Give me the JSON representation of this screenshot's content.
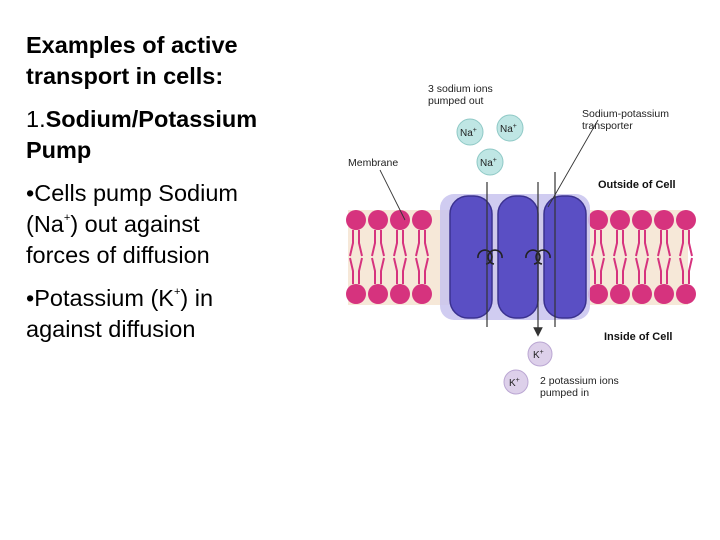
{
  "slide": {
    "heading_line1": "Examples of active",
    "heading_line2": "transport in cells:",
    "item_number": "1.",
    "item_title_line1": "Sodium/Potassium",
    "item_title_line2": "Pump",
    "bullet1_part1": "•Cells pump Sodium",
    "bullet1_part2": "(Na",
    "bullet1_sup": "+",
    "bullet1_part3": ") out against",
    "bullet1_part4": "forces of diffusion",
    "bullet2_part1": "•Potassium (K",
    "bullet2_sup": "+",
    "bullet2_part2": ") in",
    "bullet2_part3": "against diffusion"
  },
  "figure": {
    "label_sodium_out_line1": "3 sodium ions",
    "label_sodium_out_line2": "pumped out",
    "label_transporter_line1": "Sodium-potassium",
    "label_transporter_line2": "transporter",
    "label_membrane": "Membrane",
    "label_outside": "Outside of Cell",
    "label_inside": "Inside of Cell",
    "label_potassium_in_line1": "2 potassium ions",
    "label_potassium_in_line2": "pumped in",
    "na_ion": "Na",
    "k_ion": "K",
    "ion_charge": "+",
    "colors": {
      "lipid_head": "#d6337e",
      "protein": "#5a4fc4",
      "protein_light": "#c8c3ef",
      "na_ion_fill": "#bfe6e4",
      "k_ion_fill": "#ddd0ea"
    }
  }
}
